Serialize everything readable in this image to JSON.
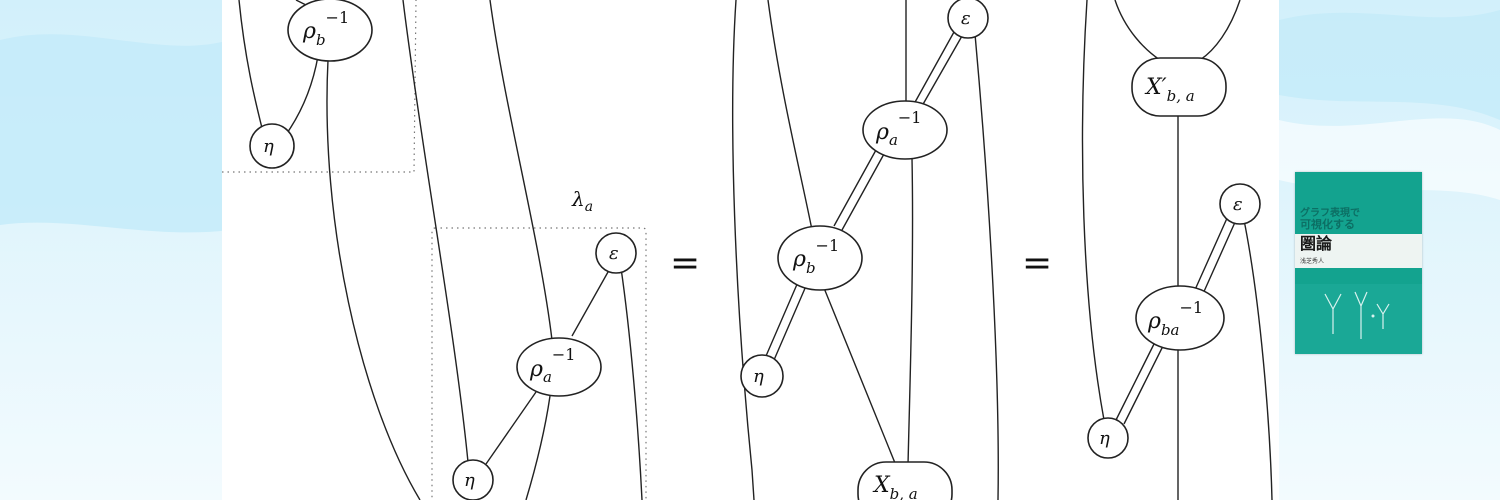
{
  "diagram": {
    "labels": {
      "rho_b_inv_top": [
        "ρ",
        "b",
        "−1"
      ],
      "eta_1": "η",
      "lambda_a": [
        "λ",
        "a"
      ],
      "eps_1": "ε",
      "rho_a_inv_1": [
        "ρ",
        "a",
        "−1"
      ],
      "eta_2": "η",
      "equals_1": "=",
      "eps_2": "ε",
      "rho_a_inv_2": [
        "ρ",
        "a",
        "−1"
      ],
      "rho_b_inv_2": [
        "ρ",
        "b",
        "−1"
      ],
      "eta_3": "η",
      "x_ba": [
        "X",
        "b, a"
      ],
      "equals_2": "=",
      "x_prime_ba": [
        "X′",
        "b, a"
      ],
      "eps_3": "ε",
      "rho_ba_inv": [
        "ρ",
        "ba",
        "−1"
      ],
      "eta_4": "η"
    }
  },
  "book": {
    "title_line1": "グラフ表現で",
    "title_line2": "可視化する",
    "title_line3": "圏論",
    "author": "浅芝秀人",
    "accent_color": "#13a38f"
  },
  "colors": {
    "sky_light": "#eaf8fd",
    "sky_mid": "#cfeffa",
    "panel": "#ffffff",
    "ink": "#222222"
  }
}
